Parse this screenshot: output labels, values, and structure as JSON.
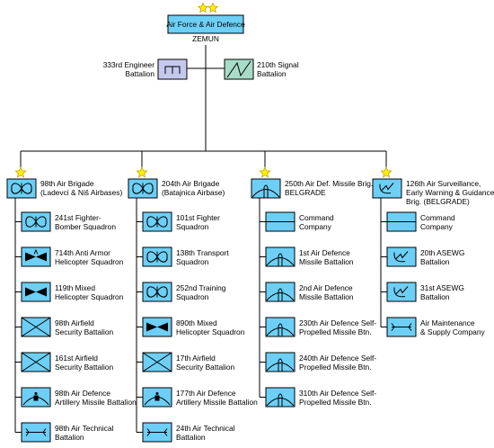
{
  "hq": {
    "label": "Air Force & Air Defence",
    "location": "ZEMUN",
    "stars": 2
  },
  "support": [
    {
      "id": "engineer",
      "line1": "333rd Engineer",
      "line2": "Battalion",
      "color": "#c5c9ec",
      "symbol": "engineer"
    },
    {
      "id": "signal",
      "line1": "210th Signal",
      "line2": "Battalion",
      "color": "#a7dcc9",
      "symbol": "signal"
    }
  ],
  "branches": [
    {
      "id": "98th-brigade",
      "lines": [
        "98th Air Brigade",
        "(Ladevci & Niš Airbases)"
      ],
      "symbol": "fixed-wing",
      "units": [
        {
          "lines": [
            "241st Fighter-",
            "Bomber Squadron"
          ],
          "symbol": "fixed-wing-open"
        },
        {
          "lines": [
            "714th Anti Armor",
            "Helicopter Squadron"
          ],
          "symbol": "helicopter-at"
        },
        {
          "lines": [
            "119th Mixed",
            "Helicopter Squadron"
          ],
          "symbol": "helicopter"
        },
        {
          "lines": [
            "98th Airfield",
            "Security Battalion"
          ],
          "symbol": "cross"
        },
        {
          "lines": [
            "161st Airfield",
            "Security Battalion"
          ],
          "symbol": "cross"
        },
        {
          "lines": [
            "98th Air Defence",
            "Artillery Missile Battalion"
          ],
          "symbol": "ad-artillery"
        },
        {
          "lines": [
            "98th Air Technical",
            "Battalion"
          ],
          "symbol": "technical"
        }
      ]
    },
    {
      "id": "204th-brigade",
      "lines": [
        "204th Air Brigade",
        "(Batajnica Airbase)"
      ],
      "symbol": "fixed-wing",
      "units": [
        {
          "lines": [
            "101st Fighter",
            "Squadron"
          ],
          "symbol": "fixed-wing-open"
        },
        {
          "lines": [
            "138th Transport",
            "Squadron"
          ],
          "symbol": "fixed-wing"
        },
        {
          "lines": [
            "252nd Training",
            "Squadron"
          ],
          "symbol": "fixed-wing"
        },
        {
          "lines": [
            "890th Mixed",
            "Helicopter Squadron"
          ],
          "symbol": "helicopter"
        },
        {
          "lines": [
            "17th Airfield",
            "Security Battalion"
          ],
          "symbol": "cross"
        },
        {
          "lines": [
            "177th Air Defence",
            "Artillery Missile Battalion"
          ],
          "symbol": "ad-artillery"
        },
        {
          "lines": [
            "24th Air Technical",
            "Battalion"
          ],
          "symbol": "technical"
        }
      ]
    },
    {
      "id": "250th-brigade",
      "lines": [
        "250th Air Def. Missile Brig.",
        "BELGRADE"
      ],
      "symbol": "missile",
      "units": [
        {
          "lines": [
            "Command",
            "Company"
          ],
          "symbol": "command"
        },
        {
          "lines": [
            "1st Air Defence",
            "Missile Battalion"
          ],
          "symbol": "missile"
        },
        {
          "lines": [
            "2nd Air Defence",
            "Missile Battalion"
          ],
          "symbol": "missile"
        },
        {
          "lines": [
            "230th Air Defence Self-",
            "Propelled Missile Btn."
          ],
          "symbol": "missile"
        },
        {
          "lines": [
            "240th Air Defence Self-",
            "Propelled Missile Btn."
          ],
          "symbol": "missile"
        },
        {
          "lines": [
            "310th Air Defence Self-",
            "Propelled Missile Btn."
          ],
          "symbol": "missile"
        }
      ]
    },
    {
      "id": "126th-brigade",
      "lines": [
        "126th Air Surveillance,",
        "Early Warning & Guidance",
        "Brig. (BELGRADE)"
      ],
      "symbol": "radar",
      "units": [
        {
          "lines": [
            "Command",
            "Company"
          ],
          "symbol": "command"
        },
        {
          "lines": [
            "20th ASEWG",
            "Battalion"
          ],
          "symbol": "radar"
        },
        {
          "lines": [
            "31st ASEWG",
            "Battalion"
          ],
          "symbol": "radar"
        },
        {
          "lines": [
            "Air Maintenance",
            "& Supply Company"
          ],
          "symbol": "technical"
        }
      ]
    }
  ],
  "colors": {
    "unit_fill": "#6dcff6",
    "line": "#000000",
    "star_fill": "#fff200",
    "star_stroke": "#c8a400"
  }
}
